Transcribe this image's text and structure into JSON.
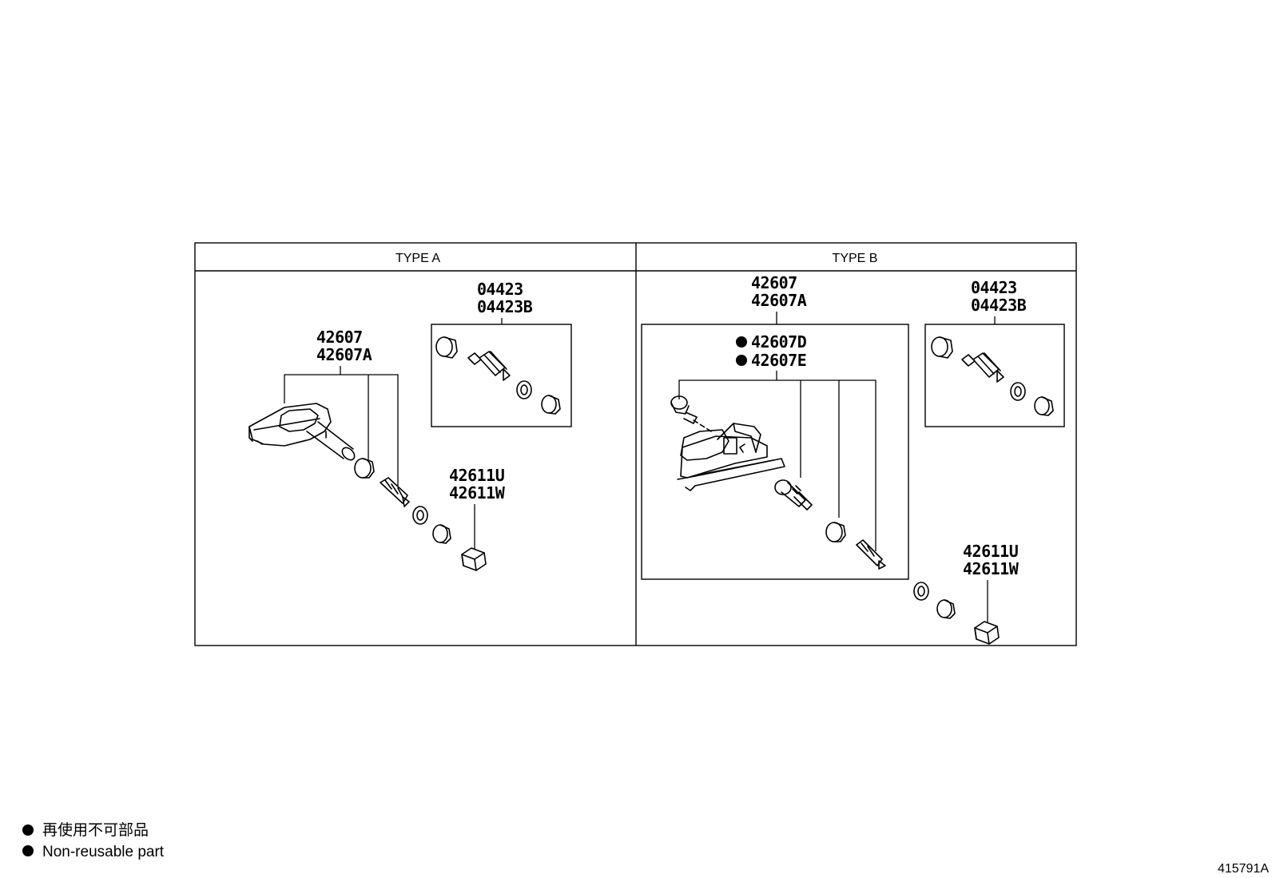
{
  "diagram": {
    "figure_id": "415791A",
    "panels": [
      {
        "title": "TYPE A",
        "kits": [
          {
            "parts": [
              "42607",
              "42607A"
            ]
          },
          {
            "parts": [
              "04423",
              "04423B"
            ]
          },
          {
            "parts": [
              "42611U",
              "42611W"
            ]
          }
        ]
      },
      {
        "title": "TYPE B",
        "kits": [
          {
            "parts": [
              "42607",
              "42607A"
            ]
          },
          {
            "parts": [
              "42607D",
              "42607E"
            ],
            "non_reusable": true
          },
          {
            "parts": [
              "04423",
              "04423B"
            ]
          },
          {
            "parts": [
              "42611U",
              "42611W"
            ]
          }
        ]
      }
    ],
    "legend": {
      "symbol": "filled-circle",
      "lines": [
        "再使用不可部品",
        "Non-reusable part"
      ]
    }
  }
}
